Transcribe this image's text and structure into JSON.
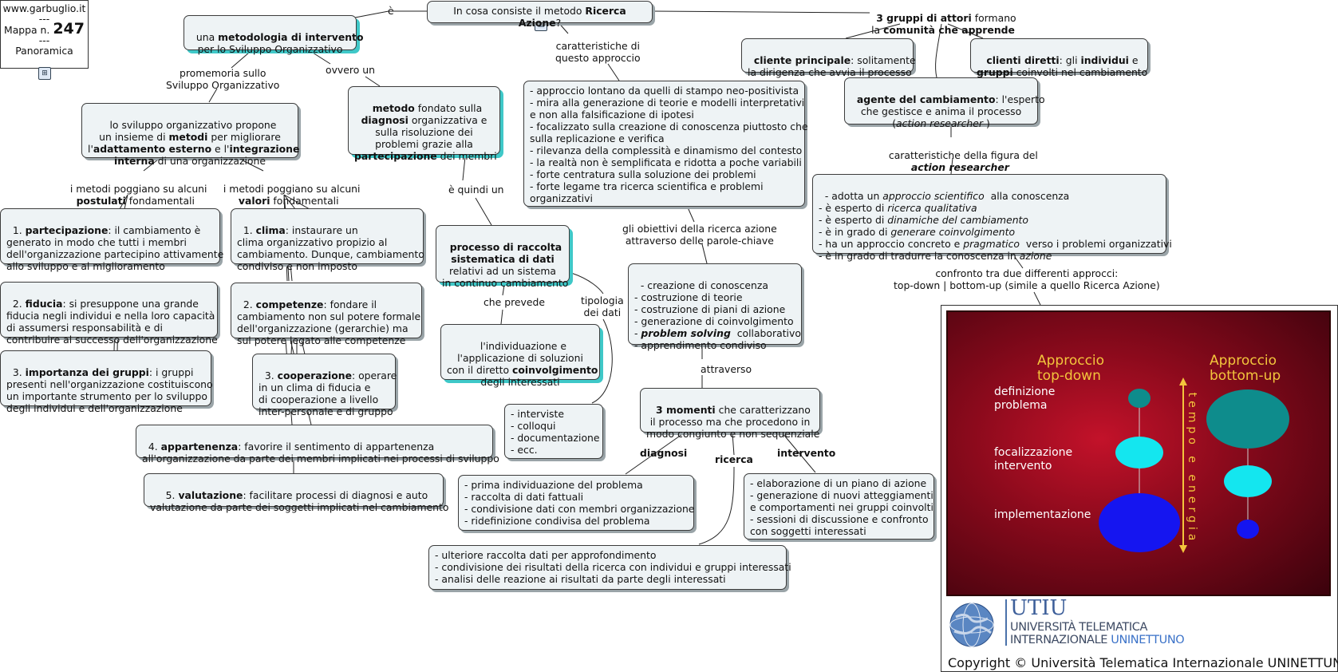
{
  "corner": {
    "site": "www.garbuglio.it",
    "sep": "---",
    "mappa": "Mappa n.",
    "number": "247",
    "sep2": "---",
    "view": "Panoramica"
  },
  "nodes": {
    "top_question": [
      "In cosa consiste il metodo ",
      "Ricerca Azione",
      "?"
    ],
    "metodologia": [
      "una ",
      "metodologia di intervento",
      "\nper lo Sviluppo Organizzativo"
    ],
    "so_propone": [
      "lo sviluppo organizzativo propone\nun insieme di ",
      "metodi",
      " per migliorare\nl'",
      "adattamento esterno",
      " e l'",
      "integrazione\ninterna",
      " di una organizzazione"
    ],
    "metodo_fondato": [
      "metodo",
      " fondato sulla\n",
      "diagnosi",
      " organizzativa e\nsulla risoluzione dei\nproblemi grazie alla\n",
      "partecipazione",
      " dei membri"
    ],
    "processo_raccolta": [
      "processo di raccolta\nsistematica di dati",
      "\nrelativi ad un sistema\nin continuo cambiamento"
    ],
    "individuazione": [
      "l'individuazione e\nl'applicazione di soluzioni\ncon il diretto ",
      "coinvolgimento",
      "\ndegli interessati"
    ],
    "strumenti": "- interviste\n- colloqui\n- documentazione\n- ecc.",
    "caratteristiche_list": "- approccio lontano da quelli di stampo neo-positivista\n- mira alla generazione di teorie e modelli interpretativi\ne non alla falsificazione di ipotesi\n- focalizzato sulla creazione di conoscenza piuttosto che\nsulla replicazione e verifica\n- rilevanza della complessità e dinamismo del contesto\n- la realtà non è semplificata e ridotta a poche variabili\n- forte centratura sulla soluzione dei problemi\n- forte legame tra ricerca scientifica e problemi\norganizzativi",
    "obiettivi_list": [
      "- creazione di conoscenza\n- costruzione di teorie\n- costruzione di piani di azione\n- generazione di coinvolgimento\n- ",
      "problem solving",
      "  collaborativo\n- apprendimento condiviso"
    ],
    "tre_momenti": [
      "3 momenti",
      " che caratterizzano\nil processo ma che procedono in\nmodo congiunto e non sequenziale"
    ],
    "diagnosi_list": "- prima individuazione del problema\n- raccolta di dati fattuali\n- condivisione dati con membri organizzazione\n- ridefinizione condivisa del problema",
    "ricerca_list": "- ulteriore raccolta dati per approfondimento\n- condivisione dei risultati della ricerca con individui e gruppi interessati\n- analisi delle reazione ai risultati da parte degli interessati",
    "intervento_list": "- elaborazione di un piano di azione\n- generazione di nuovi atteggiamenti\ne comportamenti nei gruppi coinvolti\n- sessioni di discussione e confronto\ncon soggetti interessati",
    "gruppi_attori": [
      "3 gruppi di attori",
      " formano\nla ",
      "comunità che apprende"
    ],
    "cliente_principale": [
      "cliente principale",
      ": solitamente\nla dirigenza che avvia il processo"
    ],
    "clienti_diretti": [
      "clienti diretti",
      ": gli ",
      "individui",
      " e\n",
      "gruppi",
      " coinvolti nel cambiamento"
    ],
    "agente": [
      "agente del cambiamento",
      ": l'esperto\nche gestisce e anima il processo\n(",
      "action researcher",
      " )"
    ],
    "researcher_list": [
      "- adotta un ",
      "approccio scientifico",
      "  alla conoscenza\n- è esperto di ",
      "ricerca qualitativa",
      "\n- è esperto di ",
      "dinamiche del cambiamento",
      "\n- è in grado di ",
      "generare coinvolgimento",
      "\n- ha un approccio concreto e ",
      "pragmatico",
      "  verso i problemi organizzativi\n- è in grado di tradurre la conoscenza in ",
      "azione"
    ],
    "post1": [
      "1. ",
      "partecipazione",
      ": il cambiamento è\ngenerato in modo che tutti i membri\ndell'organizzazione partecipino attivamente\nallo sviluppo e al miglioramento"
    ],
    "post2": [
      "2. ",
      "fiducia",
      ": si presuppone una grande\nfiducia negli individui e nella loro capacità\ndi assumersi responsabilità e di\ncontribuire al successo dell'organizzazione"
    ],
    "post3": [
      "3. ",
      "importanza dei gruppi",
      ": i gruppi\npresenti nell'organizzazione costituiscono\nun importante strumento per lo sviluppo\ndegli individui e dell'organizzazione"
    ],
    "val1": [
      "1. ",
      "clima",
      ": instaurare un\nclima organizzativo propizio al\ncambiamento. Dunque, cambiamento\ncondiviso e non imposto"
    ],
    "val2": [
      "2. ",
      "competenze",
      ": fondare il\ncambiamento non sul potere formale\ndell'organizzazione (gerarchie) ma\nsul potere legato alle competenze"
    ],
    "val3": [
      "3. ",
      "cooperazione",
      ": operare\nin un clima di fiducia e\ndi cooperazione a livello\ninter-personale e di gruppo"
    ],
    "val4": [
      "4. ",
      "appartenenza",
      ": favorire il sentimento di appartenenza\nall'organizzazione da parte dei membri implicati nei processi di sviluppo"
    ],
    "val5": [
      "5. ",
      "valutazione",
      ": facilitare processi di diagnosi e auto\nvalutazione da parte dei soggetti implicati nel cambiamento"
    ]
  },
  "labels": {
    "e": "è",
    "promemoria": "promemoria sullo\nSviluppo Organizzativo",
    "ovvero": "ovvero un",
    "postulati": [
      "i metodi poggiano su alcuni\n",
      "postulati",
      " fondamentali"
    ],
    "valori": [
      "i metodi poggiano su alcuni\n",
      "valori",
      " fondamentali"
    ],
    "e_quindi": "è quindi un",
    "che_prevede": "che prevede",
    "tipologia": "tipologia\ndei dati",
    "caratteristiche": "caratteristiche di\nquesto approccio",
    "obiettivi": "gli obiettivi della ricerca azione\nattraverso delle parole-chiave",
    "attraverso": "attraverso",
    "diagnosi": "diagnosi",
    "ricerca": "ricerca",
    "intervento": "intervento",
    "car_figura": [
      "caratteristiche della figura del\n",
      "action researcher"
    ],
    "confronto": "confronto tra due differenti approcci:\ntop-down | bottom-up (simile a quello Ricerca Azione)"
  },
  "slide": {
    "head_left": "Approccio\ntop-down",
    "head_right": "Approccio\nbottom-up",
    "step1": "definizione\nproblema",
    "step2": "focalizzazione\nintervento",
    "step3": "implementazione",
    "axis": "tempo e energia",
    "colors": {
      "teal": "#0e8c8c",
      "cyan": "#14e6ef",
      "blue": "#1515f0",
      "accent": "#f3c53c"
    }
  },
  "logo": {
    "acronym": "UTIU",
    "line1": "UNIVERSITÀ TELEMATICA",
    "line2a": "INTERNAZIONALE ",
    "line2b": "UNINETTUNO"
  },
  "copyright": "Copyright © Università Telematica Internazionale UNINETTUNO"
}
